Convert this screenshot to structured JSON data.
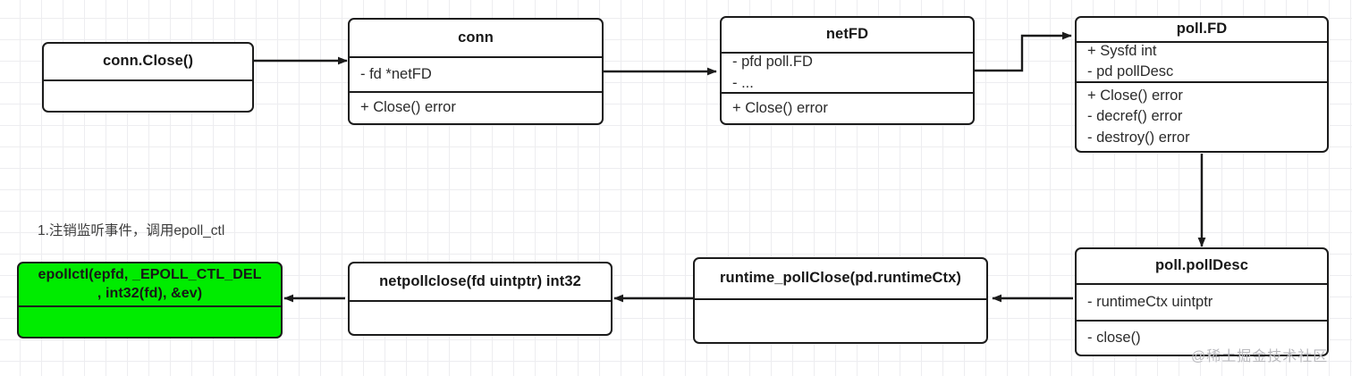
{
  "diagram": {
    "title": "Go conn.Close() call flow",
    "background": "#ffffff",
    "grid_color": "#ededf0",
    "line_color": "#1b1b1b",
    "highlight_color": "#00ec00",
    "nodes": [
      {
        "id": "conn-close",
        "title": "conn.Close()",
        "sections": [
          [],
          []
        ]
      },
      {
        "id": "conn",
        "title": "conn",
        "sections": [
          [
            "- fd *netFD"
          ],
          [
            "+ Close() error"
          ]
        ]
      },
      {
        "id": "netfd",
        "title": "netFD",
        "sections": [
          [
            "- pfd poll.FD",
            "- ..."
          ],
          [
            "+ Close() error"
          ]
        ]
      },
      {
        "id": "poll-fd",
        "title": "poll.FD",
        "sections": [
          [
            "+ Sysfd int",
            "- pd pollDesc"
          ],
          [
            "+ Close() error",
            "- decref() error",
            "- destroy() error"
          ]
        ]
      },
      {
        "id": "poll-polldesc",
        "title": "poll.pollDesc",
        "sections": [
          [
            "- runtimeCtx uintptr"
          ],
          [
            "- close()"
          ]
        ]
      },
      {
        "id": "runtime-pollclose",
        "title": "runtime_pollClose(pd.runtimeCtx)",
        "sections": [
          [],
          []
        ]
      },
      {
        "id": "netpollclose",
        "title": "netpollclose(fd uintptr) int32",
        "sections": [
          [],
          []
        ]
      },
      {
        "id": "epollctl",
        "title_line1": "epollctl(epfd, _EPOLL_CTL_DEL",
        "title_line2": ", int32(fd), &ev)",
        "highlighted": true,
        "sections": [
          [],
          []
        ]
      }
    ],
    "annotation": "1.注销监听事件，调用epoll_ctl",
    "watermark": "@稀土掘金技术社区"
  }
}
